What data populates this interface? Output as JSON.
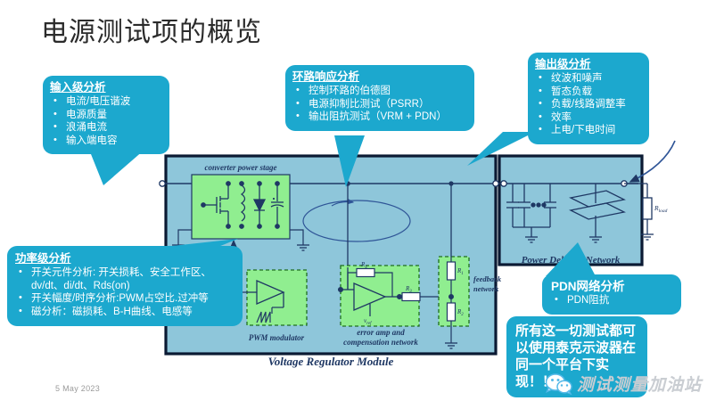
{
  "slide": {
    "title": "电源测试项的概览",
    "date": "5 May 2023",
    "accent_color": "#1CA8CE",
    "bg_color": "#FFFFFF"
  },
  "callouts": {
    "input_stage": {
      "heading": "输入级分析",
      "items": [
        "电流/电压谐波",
        "电源质量",
        "浪涌电流",
        "输入端电容"
      ]
    },
    "loop_response": {
      "heading": "环路响应分析",
      "items": [
        "控制环路的伯德图",
        "电源抑制比测试（PSRR）",
        "输出阻抗测试（VRM + PDN）"
      ]
    },
    "output_stage": {
      "heading": "输出级分析",
      "items": [
        "纹波和噪声",
        "暂态负载",
        "负载/线路调整率",
        "效率",
        "上电/下电时间"
      ]
    },
    "power_stage": {
      "heading": "功率级分析",
      "items": [
        "开关元件分析: 开关损耗、安全工作区、dv/dt、di/dt、Rds(on)",
        "开关幅度/时序分析:PWM占空比.过冲等",
        "磁分析：磁损耗、B-H曲线、电感等"
      ]
    },
    "pdn": {
      "heading": "PDN网络分析",
      "items": [
        "PDN阻抗"
      ]
    },
    "summary": {
      "lines": [
        "所有这一切测试都可",
        "以使用泰克示波器在",
        "同一个平台下实现！！"
      ]
    }
  },
  "diagram": {
    "vrm_label": "Voltage Regulator Module",
    "converter_label": "converter power stage",
    "pwm_label": "PWM modulator",
    "erramp_label_1": "error amp and",
    "erramp_label_2": "compensation network",
    "feedback_label_1": "feedback",
    "feedback_label_2": "network",
    "pdn_label": "Power Delivery Network",
    "r_load_label": "R",
    "r_load_sub": "load",
    "r1_label": "R",
    "r1_sub": "1",
    "r2_label": "R",
    "r2_sub": "2",
    "r3_label": "R",
    "r3_sub": "3",
    "r4_label": "R",
    "r4_sub": "4",
    "vref_label": "v",
    "vref_sub": "ref",
    "vrm_fill": "#8EC6DA",
    "block_fill": "#90EE90",
    "line_color": "#1F3864",
    "border_color": "#0B1A33"
  },
  "watermark": {
    "text": "测试测量加油站",
    "icon": "wechat-icon"
  }
}
